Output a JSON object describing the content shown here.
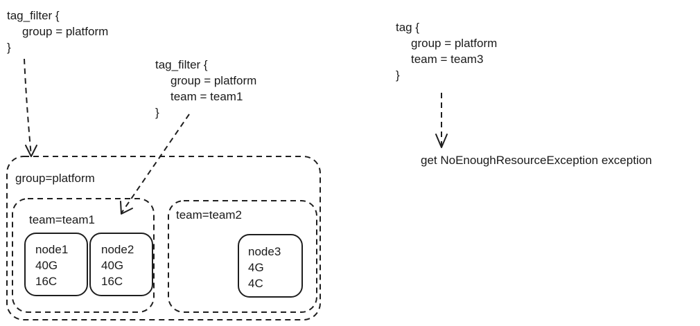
{
  "filter_1": {
    "open": "tag_filter {",
    "line_1": "group = platform",
    "close": "}"
  },
  "filter_2": {
    "open": "tag_filter {",
    "line_1": "group = platform",
    "line_2": "team = team1",
    "close": "}"
  },
  "filter_3": {
    "open": "tag {",
    "line_1": "group = platform",
    "line_2": "team = team3",
    "close": "}"
  },
  "result": {
    "text": "get NoEnoughResourceException exception"
  },
  "groups": {
    "platform": "group=platform",
    "team1": "team=team1",
    "team2": "team=team2"
  },
  "nodes": [
    {
      "name": "node1",
      "memory": "40G",
      "cpu": "16C"
    },
    {
      "name": "node2",
      "memory": "40G",
      "cpu": "16C"
    },
    {
      "name": "node3",
      "memory": "4G",
      "cpu": "4C"
    }
  ]
}
